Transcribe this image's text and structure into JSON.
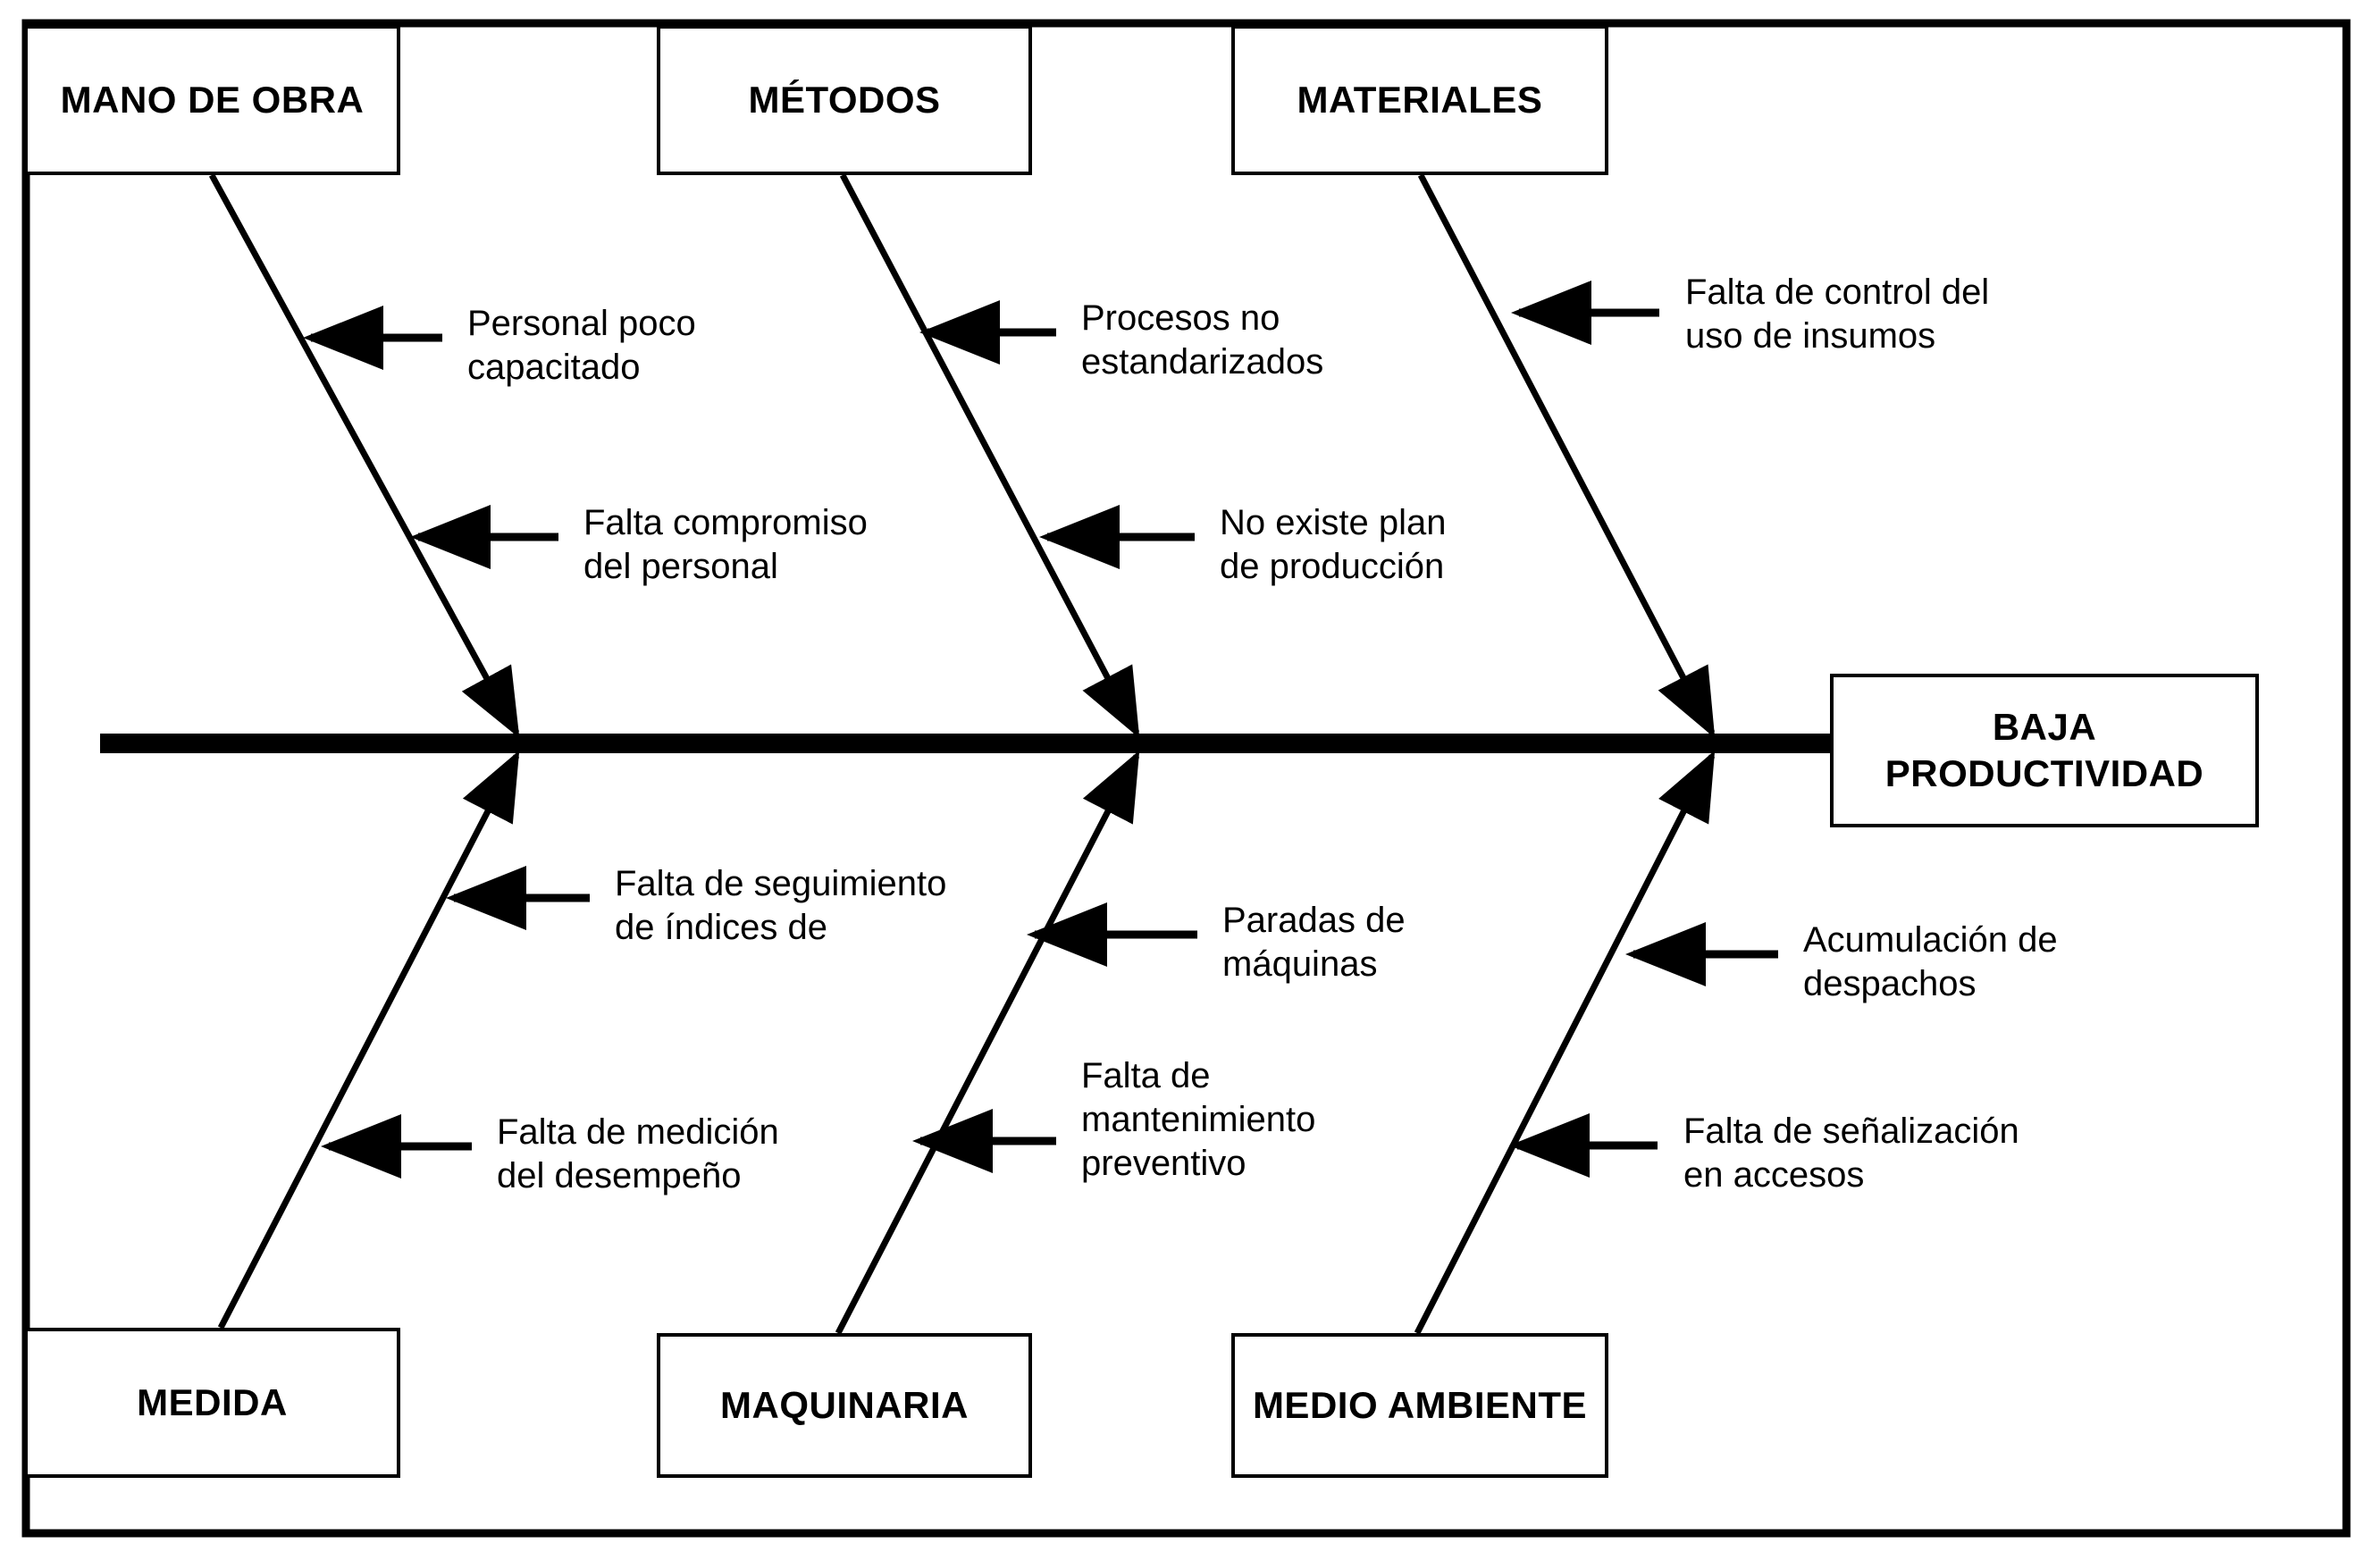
{
  "diagram": {
    "type": "ishikawa-fishbone",
    "effect": {
      "label": "BAJA\nPRODUCTIVIDAD"
    },
    "categories": [
      {
        "id": "mano-de-obra",
        "label": "MANO DE\nOBRA",
        "position": "top",
        "causes": [
          "Personal poco\ncapacitado",
          "Falta compromiso\ndel personal"
        ]
      },
      {
        "id": "metodos",
        "label": "MÉTODOS",
        "position": "top",
        "causes": [
          "Procesos no\nestandarizados",
          "No existe plan\nde producción"
        ]
      },
      {
        "id": "materiales",
        "label": "MATERIALES",
        "position": "top",
        "causes": [
          "Falta de control del\nuso de insumos",
          ""
        ]
      },
      {
        "id": "medida",
        "label": "MEDIDA",
        "position": "bottom",
        "causes": [
          "Falta de seguimiento\nde índices de",
          "Falta de medición\ndel desempeño"
        ]
      },
      {
        "id": "maquinaria",
        "label": "MAQUINARIA",
        "position": "bottom",
        "causes": [
          "Paradas de\nmáquinas",
          "Falta de\nmantenimiento\npreventivo"
        ]
      },
      {
        "id": "medio-ambiente",
        "label": "MEDIO\nAMBIENTE",
        "position": "bottom",
        "causes": [
          "Acumulación de\ndespachos",
          "Falta de señalización\nen accesos"
        ]
      }
    ],
    "colors": {
      "line": "#000000",
      "background": "#ffffff",
      "text": "#000000"
    }
  }
}
